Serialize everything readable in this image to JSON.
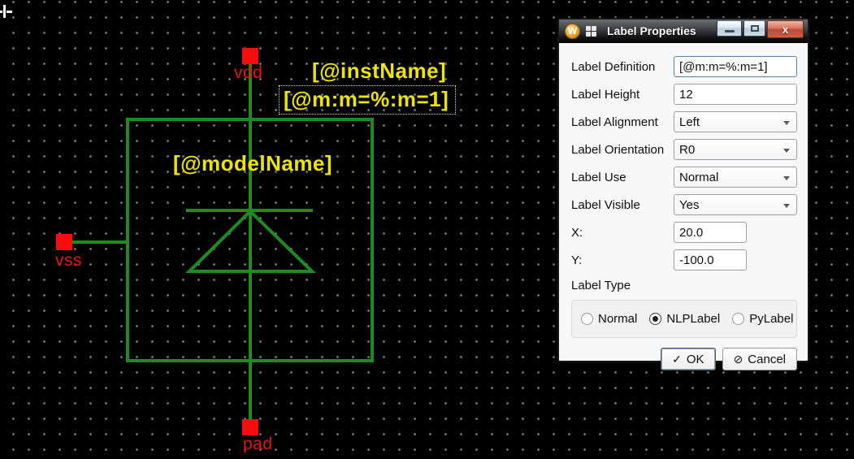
{
  "canvas": {
    "labels": {
      "instName": "[@instName]",
      "nlpExpression": "[@m:m=%:m=1]",
      "modelName": "[@modelName]"
    },
    "pins": {
      "vdd": "vdd",
      "vss": "vss",
      "pad": "pad"
    },
    "colors": {
      "wire": "#1f8c1f",
      "pin": "#ff0000",
      "label": "#ede400",
      "background": "#000000",
      "grid_dot": "#7b7b7b"
    }
  },
  "dialog": {
    "title": "Label Properties",
    "icons": {
      "app": "W",
      "close": "x",
      "ok": "✓",
      "cancel": "⊘"
    },
    "fields": [
      {
        "label": "Label Definition",
        "value": "[@m:m=%:m=1]"
      },
      {
        "label": "Label Height",
        "value": "12"
      },
      {
        "label": "Label Alignment",
        "value": "Left"
      },
      {
        "label": "Label Orientation",
        "value": "R0"
      },
      {
        "label": "Label Use",
        "value": "Normal"
      },
      {
        "label": "Label Visible",
        "value": "Yes"
      },
      {
        "label": "X:",
        "value": "20.0"
      },
      {
        "label": "Y:",
        "value": "-100.0"
      }
    ],
    "label_type": {
      "title": "Label Type",
      "options": [
        {
          "label": "Normal",
          "selected": false
        },
        {
          "label": "NLPLabel",
          "selected": true
        },
        {
          "label": "PyLabel",
          "selected": false
        }
      ]
    },
    "buttons": {
      "ok": "OK",
      "cancel": "Cancel"
    }
  }
}
